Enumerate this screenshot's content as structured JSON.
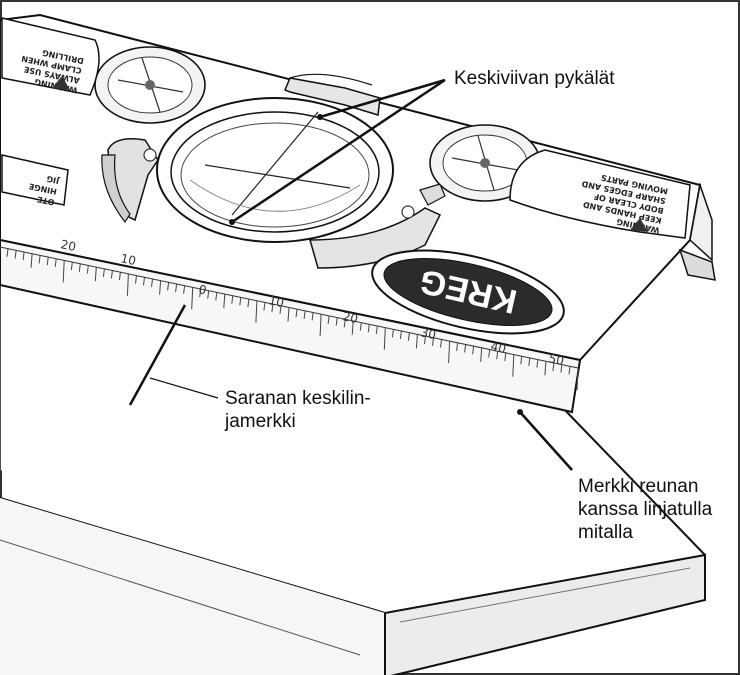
{
  "labels": {
    "center_notches": "Keskiviivan pykälät",
    "hinge_mark": [
      "Saranan keskilin-",
      "jamerkki"
    ],
    "edge_mark": [
      "Merkki reunan",
      "kanssa linjatulla",
      "mitalla"
    ]
  },
  "logo": {
    "text": "KREG"
  },
  "warning_right": [
    "WARNING",
    "KEEP HANDS AND",
    "BODY CLEAR OF",
    "SHARP EDGES AND",
    "MOVING PARTS"
  ],
  "warning_left": [
    "WARNING",
    "ALWAYS USE",
    "CLAMP WHEN",
    "DRILLING"
  ],
  "small_label": [
    "OTE",
    "HINGE",
    "JIG"
  ],
  "scale": {
    "ticks_labels": [
      "20",
      "10",
      "0",
      "10",
      "20",
      "30",
      "40",
      "50"
    ]
  },
  "colors": {
    "line": "#111111",
    "surface": "#ffffff",
    "shade": "#e8e8e8",
    "frame": "#333333"
  }
}
